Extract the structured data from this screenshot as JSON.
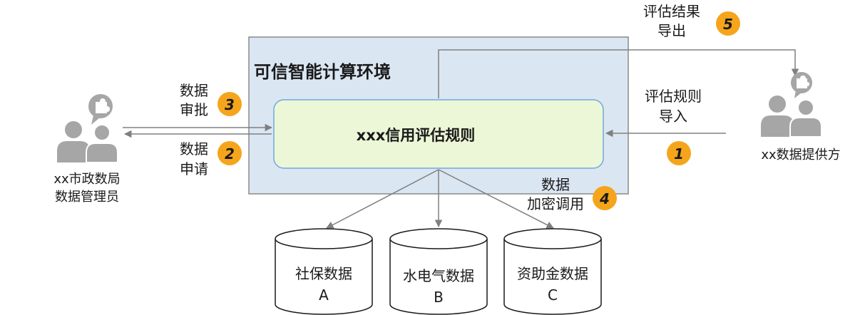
{
  "env": {
    "title": "可信智能计算环境"
  },
  "rule": {
    "title": "xxx信用评估规则"
  },
  "left_actor": {
    "line1": "xx市政数局",
    "line2": "数据管理员"
  },
  "right_actor": {
    "label": "xx数据提供方"
  },
  "steps": [
    {
      "num": "1",
      "line1": "",
      "line2": ""
    },
    {
      "num": "2",
      "line1": "数据",
      "line2": "申请"
    },
    {
      "num": "3",
      "line1": "数据",
      "line2": "审批"
    },
    {
      "num": "4",
      "line1": "数据",
      "line2": "加密调用"
    },
    {
      "num": "5",
      "line1": "评估结果",
      "line2": "导出"
    }
  ],
  "import_label": {
    "line1": "评估规则",
    "line2": "导入"
  },
  "databases": [
    {
      "line1": "社保数据",
      "line2": "A"
    },
    {
      "line1": "水电气数据",
      "line2": "B"
    },
    {
      "line1": "资助金数据",
      "line2": "C"
    }
  ],
  "colors": {
    "env_fill": "#dbe6f3",
    "env_stroke": "#8a8a8a",
    "rule_fill": "#ebf7d7",
    "rule_stroke": "#6fa8dc",
    "badge": "#f5a51c",
    "person": "#a6a6a6",
    "arrow": "#808080"
  },
  "icons": [
    "person-group-icon",
    "puzzle-bubble-icon",
    "database-cylinder-icon"
  ]
}
